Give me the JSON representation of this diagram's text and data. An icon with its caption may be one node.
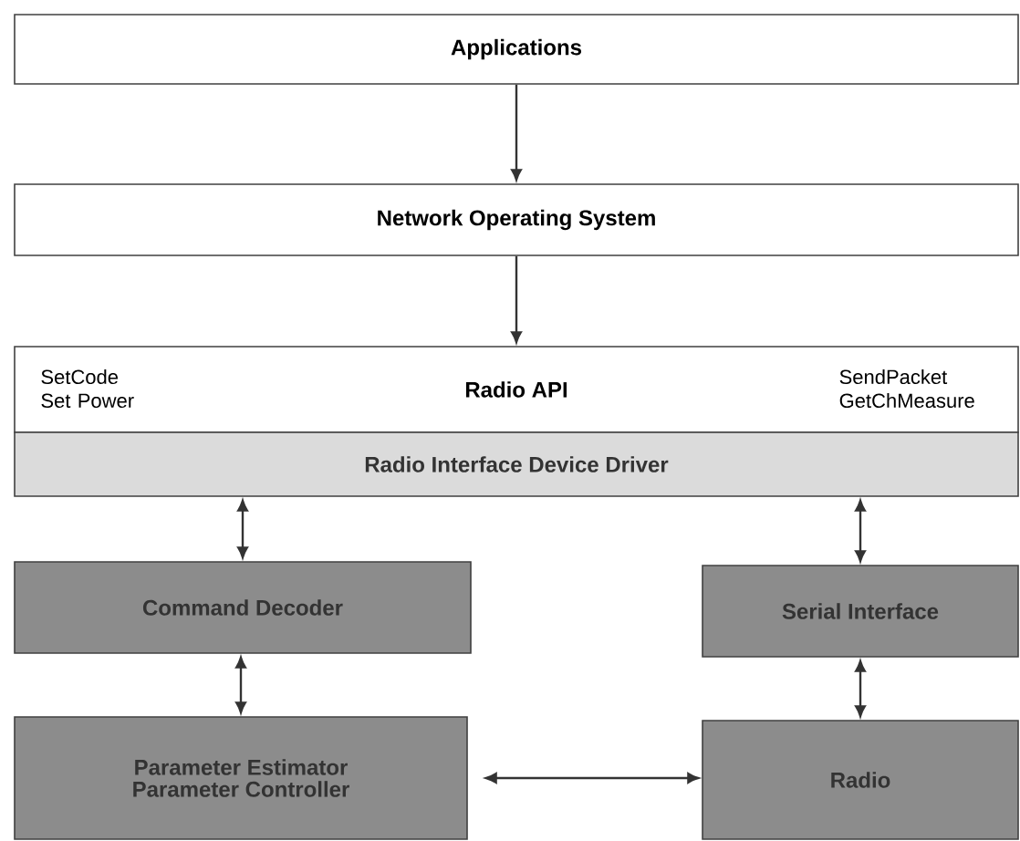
{
  "diagram": {
    "nodes": [
      {
        "text": [
          "Applications"
        ]
      },
      {
        "text": [
          "Network Operating System"
        ]
      },
      {
        "text": [
          "SetCode Set Power",
          "Radio API",
          "SendPacket GetChMeasure"
        ]
      },
      {
        "text": [
          "Radio Interface Device Driver"
        ]
      },
      {
        "text": [
          "Command Decoder"
        ]
      },
      {
        "text": [
          "Serial Interface"
        ]
      },
      {
        "text": [
          "Parameter Estimator Parameter Controller"
        ]
      },
      {
        "text": [
          "Radio"
        ]
      }
    ],
    "edges": [
      {
        "from": 0,
        "to": 1,
        "arrow": "to"
      },
      {
        "from": 1,
        "to": 2,
        "arrow": "to"
      },
      {
        "from": 3,
        "to": 4,
        "arrow": "both"
      },
      {
        "from": 3,
        "to": 5,
        "arrow": "both"
      },
      {
        "from": 4,
        "to": 6,
        "arrow": "both"
      },
      {
        "from": 5,
        "to": 7,
        "arrow": "both"
      },
      {
        "from": 6,
        "to": 7,
        "arrow": "both"
      }
    ]
  }
}
